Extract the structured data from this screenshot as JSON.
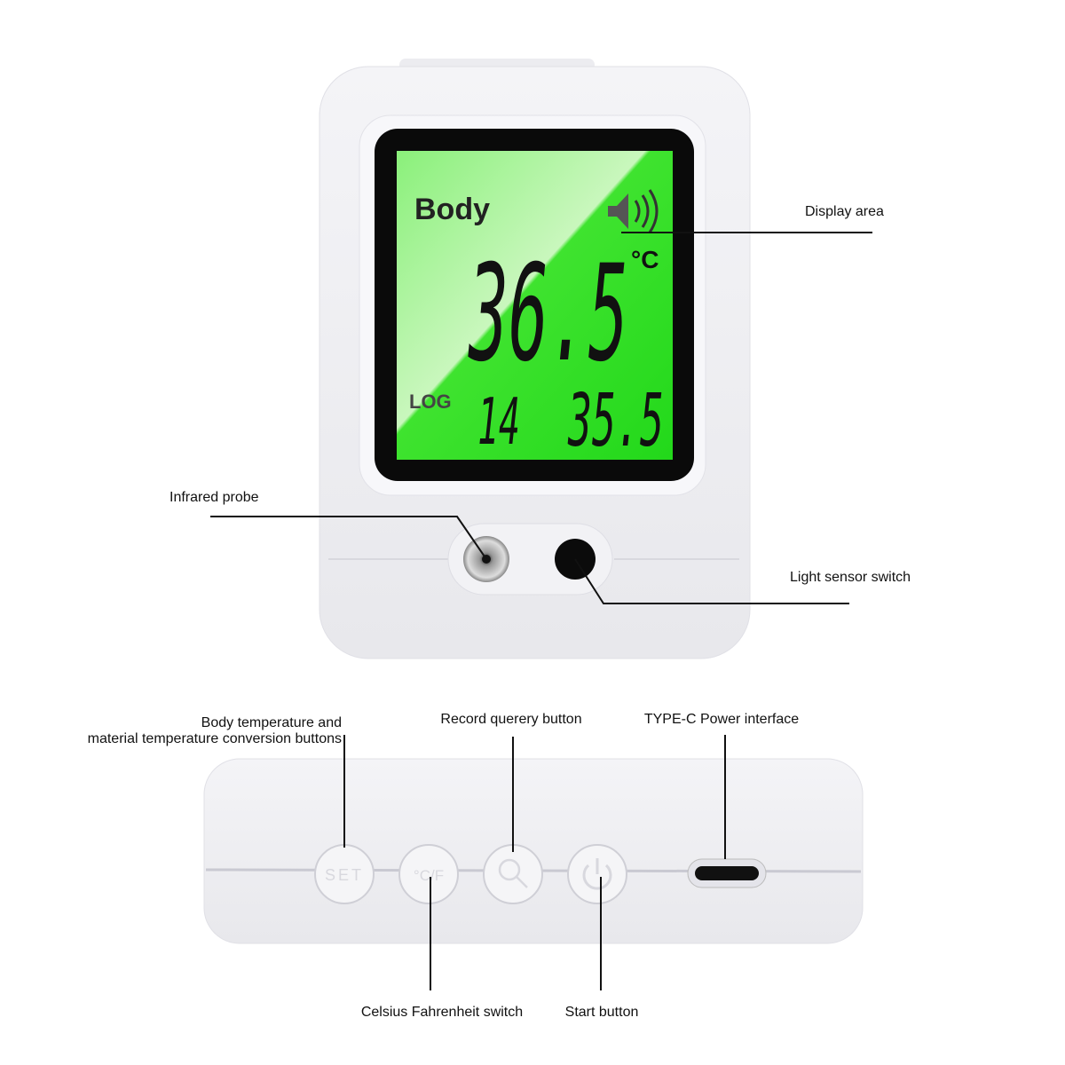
{
  "lcd": {
    "mode": "Body",
    "main_reading": "36.5",
    "unit": "°C",
    "log_label": "LOG",
    "log_index": "14",
    "log_reading": "35.5",
    "backlight_color": "#39e830"
  },
  "buttons": {
    "set": "SET",
    "cf": "°C/F"
  },
  "callouts": {
    "display_area": "Display area",
    "infrared_probe": "Infrared probe",
    "light_sensor": "Light sensor switch",
    "body_material_line1": "Body temperature and",
    "body_material_line2": "material temperature conversion  buttons",
    "record_query": "Record querery button",
    "typec": "TYPE-C Power interface",
    "celsius_fahrenheit": "Celsius Fahrenheit switch",
    "start": "Start button"
  }
}
